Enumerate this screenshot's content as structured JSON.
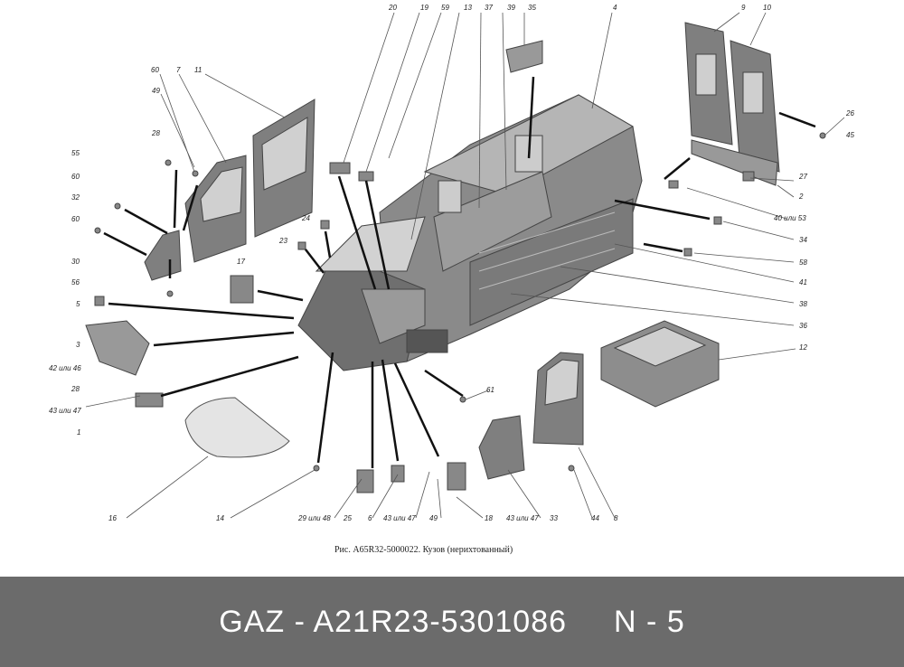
{
  "diagram": {
    "caption": "Рис. A65R32-5000022. Кузов (нерихтованный)",
    "callouts": [
      "20",
      "19",
      "59",
      "13",
      "37",
      "39",
      "35",
      "4",
      "9",
      "10",
      "60",
      "7",
      "11",
      "49",
      "28",
      "26",
      "45",
      "55",
      "60",
      "32",
      "60",
      "27",
      "2",
      "24",
      "40 или 53",
      "23",
      "34",
      "17",
      "30",
      "58",
      "56",
      "41",
      "5",
      "38",
      "36",
      "3",
      "12",
      "42 или 46",
      "28",
      "61",
      "43 или 47",
      "1",
      "16",
      "14",
      "29 или 48",
      "25",
      "6",
      "43 или 47",
      "49",
      "18",
      "43 или 47",
      "33",
      "44",
      "8"
    ]
  },
  "footer": {
    "brand": "GAZ - A21R23-5301086",
    "note": "N - 5"
  },
  "colors": {
    "footer_bg": "#6b6b6b",
    "footer_text": "#ffffff",
    "line": "#333333",
    "part_fill": "#7d7d7d"
  }
}
